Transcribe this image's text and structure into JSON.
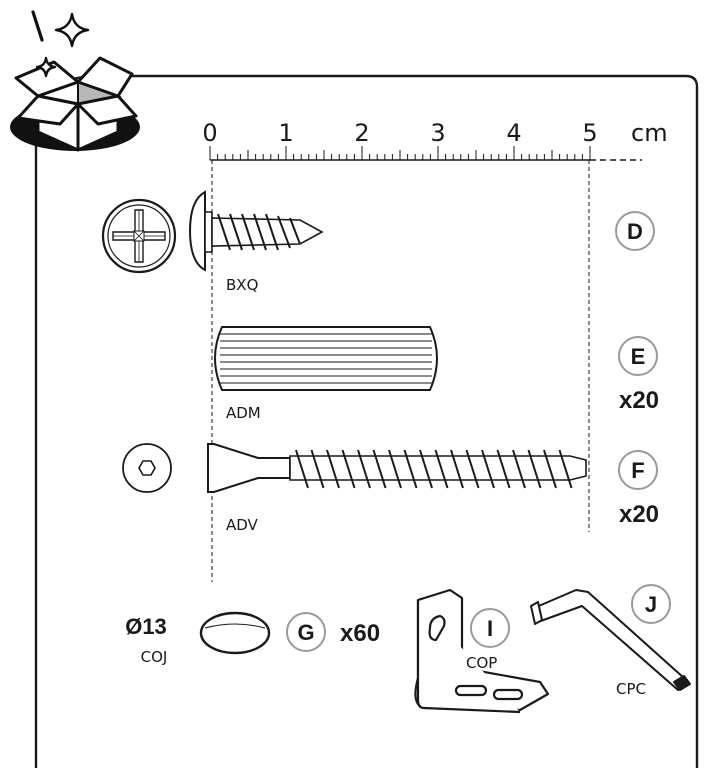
{
  "ruler": {
    "numbers": [
      "0",
      "1",
      "2",
      "3",
      "4",
      "5"
    ],
    "unit": "cm"
  },
  "parts": {
    "D": {
      "letter": "D",
      "code": "BXQ",
      "qty": ""
    },
    "E": {
      "letter": "E",
      "code": "ADM",
      "qty": "x20"
    },
    "F": {
      "letter": "F",
      "code": "ADV",
      "qty": "x20"
    },
    "G": {
      "letter": "G",
      "code": "COJ",
      "qty": "x60",
      "diameter": "Ø13"
    },
    "I": {
      "letter": "I",
      "code": "COP",
      "qty": ""
    },
    "J": {
      "letter": "J",
      "code": "CPC",
      "qty": ""
    }
  },
  "colors": {
    "ink": "#1a1a1a",
    "badge_border": "#9a9a9a",
    "box_grey": "#b8b8b8"
  },
  "icons": [
    "open-box-icon",
    "sparkle-icon"
  ]
}
